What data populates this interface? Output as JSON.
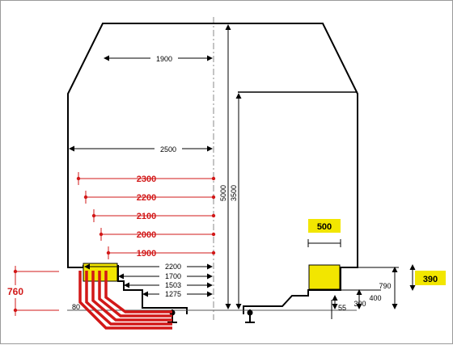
{
  "colors": {
    "outline": "#000000",
    "dimension": "#000000",
    "red": "#d21818",
    "yellow": "#f2e600",
    "axis": "#8a8a8a"
  },
  "dims": {
    "top_width": "1900",
    "body_width": "2500",
    "height_total": "5000",
    "height_side": "3500",
    "width_2200_low": "2200",
    "width_1700": "1700",
    "width_1503": "1503",
    "width_1275": "1275",
    "platform_790": "790",
    "platform_400": "400",
    "platform_300": "300",
    "rail_55": "55",
    "floor_label": "80"
  },
  "red_levels": [
    "2300",
    "2200",
    "2100",
    "2000",
    "1900"
  ],
  "red_side": "760",
  "yellow": {
    "width": "500",
    "height": "390"
  }
}
